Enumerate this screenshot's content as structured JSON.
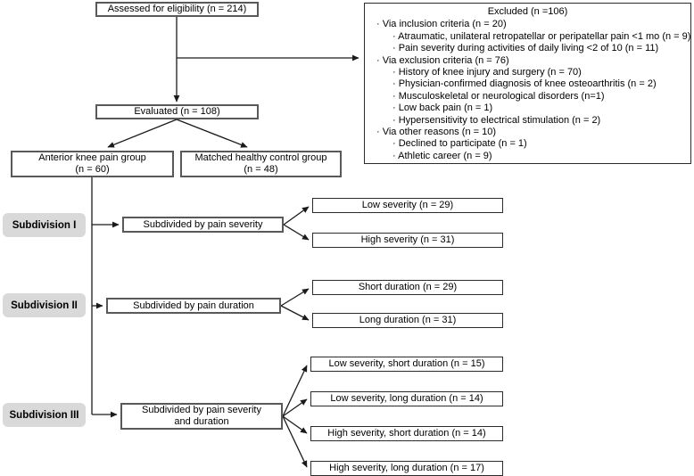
{
  "diagram": {
    "assessed_label": "Assessed for eligibility (n = 214)",
    "evaluated_label": "Evaluated (n = 108)",
    "groups": {
      "anterior": {
        "line1": "Anterior knee pain group",
        "line2": "(n = 60)"
      },
      "control": {
        "line1": "Matched healthy control group",
        "line2": "(n = 48)"
      }
    }
  },
  "excluded": {
    "title": "Excluded (n =106)",
    "items": [
      {
        "indent": 1,
        "text": "· Via inclusion criteria (n = 20)"
      },
      {
        "indent": 2,
        "text": "· Atraumatic, unilateral retropatellar or peripatellar pain <1 mo (n = 9)"
      },
      {
        "indent": 2,
        "text": "· Pain severity during activities of daily living <2 of 10 (n = 11)"
      },
      {
        "indent": 1,
        "text": "· Via exclusion criteria (n = 76)"
      },
      {
        "indent": 2,
        "text": "· History of knee injury and surgery (n = 70)"
      },
      {
        "indent": 2,
        "text": "· Physician-confirmed diagnosis of knee osteoarthritis (n = 2)"
      },
      {
        "indent": 2,
        "text": "· Musculoskeletal or neurological disorders (n=1)"
      },
      {
        "indent": 2,
        "text": "· Low back pain (n = 1)"
      },
      {
        "indent": 2,
        "text": "· Hypersensitivity to electrical stimulation (n = 2)"
      },
      {
        "indent": 1,
        "text": "· Via other reasons (n = 10)"
      },
      {
        "indent": 2,
        "text": "· Declined to participate (n = 1)"
      },
      {
        "indent": 2,
        "text": "· Athletic career (n = 9)"
      }
    ]
  },
  "subdivisions": [
    {
      "label": "Subdivision I",
      "criterion": "Subdivided by pain severity",
      "outcomes": [
        "Low severity (n = 29)",
        "High severity (n = 31)"
      ]
    },
    {
      "label": "Subdivision II",
      "criterion": "Subdivided by pain duration",
      "outcomes": [
        "Short duration (n = 29)",
        "Long duration (n = 31)"
      ]
    },
    {
      "label": "Subdivision III",
      "criterion_line1": "Subdivided by pain severity",
      "criterion_line2": "and duration",
      "outcomes": [
        "Low severity, short duration (n = 15)",
        "Low severity, long duration (n = 14)",
        "High severity, short duration (n = 14)",
        "High severity, long duration (n = 17)"
      ]
    }
  ],
  "colors": {
    "background": "#ffffff",
    "box_border_strong": "#595959",
    "box_border_thin": "#2b2b2b",
    "label_bg": "#d9d9d9",
    "connector_line": "#1a1a1a"
  }
}
